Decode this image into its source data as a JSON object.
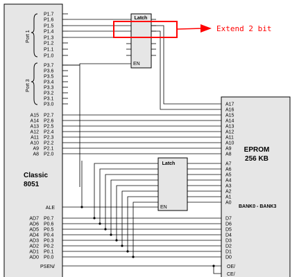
{
  "mcu": {
    "name_line1": "Classic",
    "name_line2": "8051",
    "port1_label": "Port 1",
    "port3_label": "Port 3",
    "port1_pins": [
      "P1.7",
      "P1.6",
      "P1.5",
      "P1.4",
      "P1.3",
      "P1.2",
      "P1.1",
      "P1.0"
    ],
    "port3_pins": [
      "P3.7",
      "P3.6",
      "P3.5",
      "P3.4",
      "P3.3",
      "P3.2",
      "P3.1",
      "P3.0"
    ],
    "port2_pins": [
      "P2.7",
      "P2.6",
      "P2.5",
      "P2.4",
      "P2.3",
      "P2.2",
      "P2.1",
      "P2.0"
    ],
    "port2_addr": [
      "A15",
      "A14",
      "A13",
      "A12",
      "A11",
      "A10",
      "A9",
      "A8"
    ],
    "port0_pins": [
      "P0.7",
      "P0.6",
      "P0.5",
      "P0.4",
      "P0.3",
      "P0.2",
      "P0.1",
      "P0.0"
    ],
    "port0_addr": [
      "AD7",
      "AD6",
      "AD5",
      "AD4",
      "AD3",
      "AD2",
      "AD1",
      "AD0"
    ],
    "ale": "ALE",
    "psen": "PSEN/"
  },
  "latch_top": {
    "title": "Latch",
    "en": "EN"
  },
  "latch_bottom": {
    "title": "Latch",
    "en": "EN"
  },
  "annotation": {
    "text": "Extend 2 bit",
    "color": "#ff0000"
  },
  "eprom": {
    "title_line1": "EPROM",
    "title_line2": "256 KB",
    "bank": "BANK0 - BANK3",
    "high_addr": [
      "A17",
      "A16",
      "A15",
      "A14",
      "A13",
      "A12",
      "A11",
      "A10",
      "A9",
      "A8"
    ],
    "low_addr": [
      "A7",
      "A6",
      "A5",
      "A4",
      "A3",
      "A2",
      "A1",
      "A0"
    ],
    "data_pins": [
      "D7",
      "D6",
      "D5",
      "D4",
      "D3",
      "D2",
      "D1",
      "D0"
    ],
    "oe": "OE/",
    "ce": "CE/"
  }
}
